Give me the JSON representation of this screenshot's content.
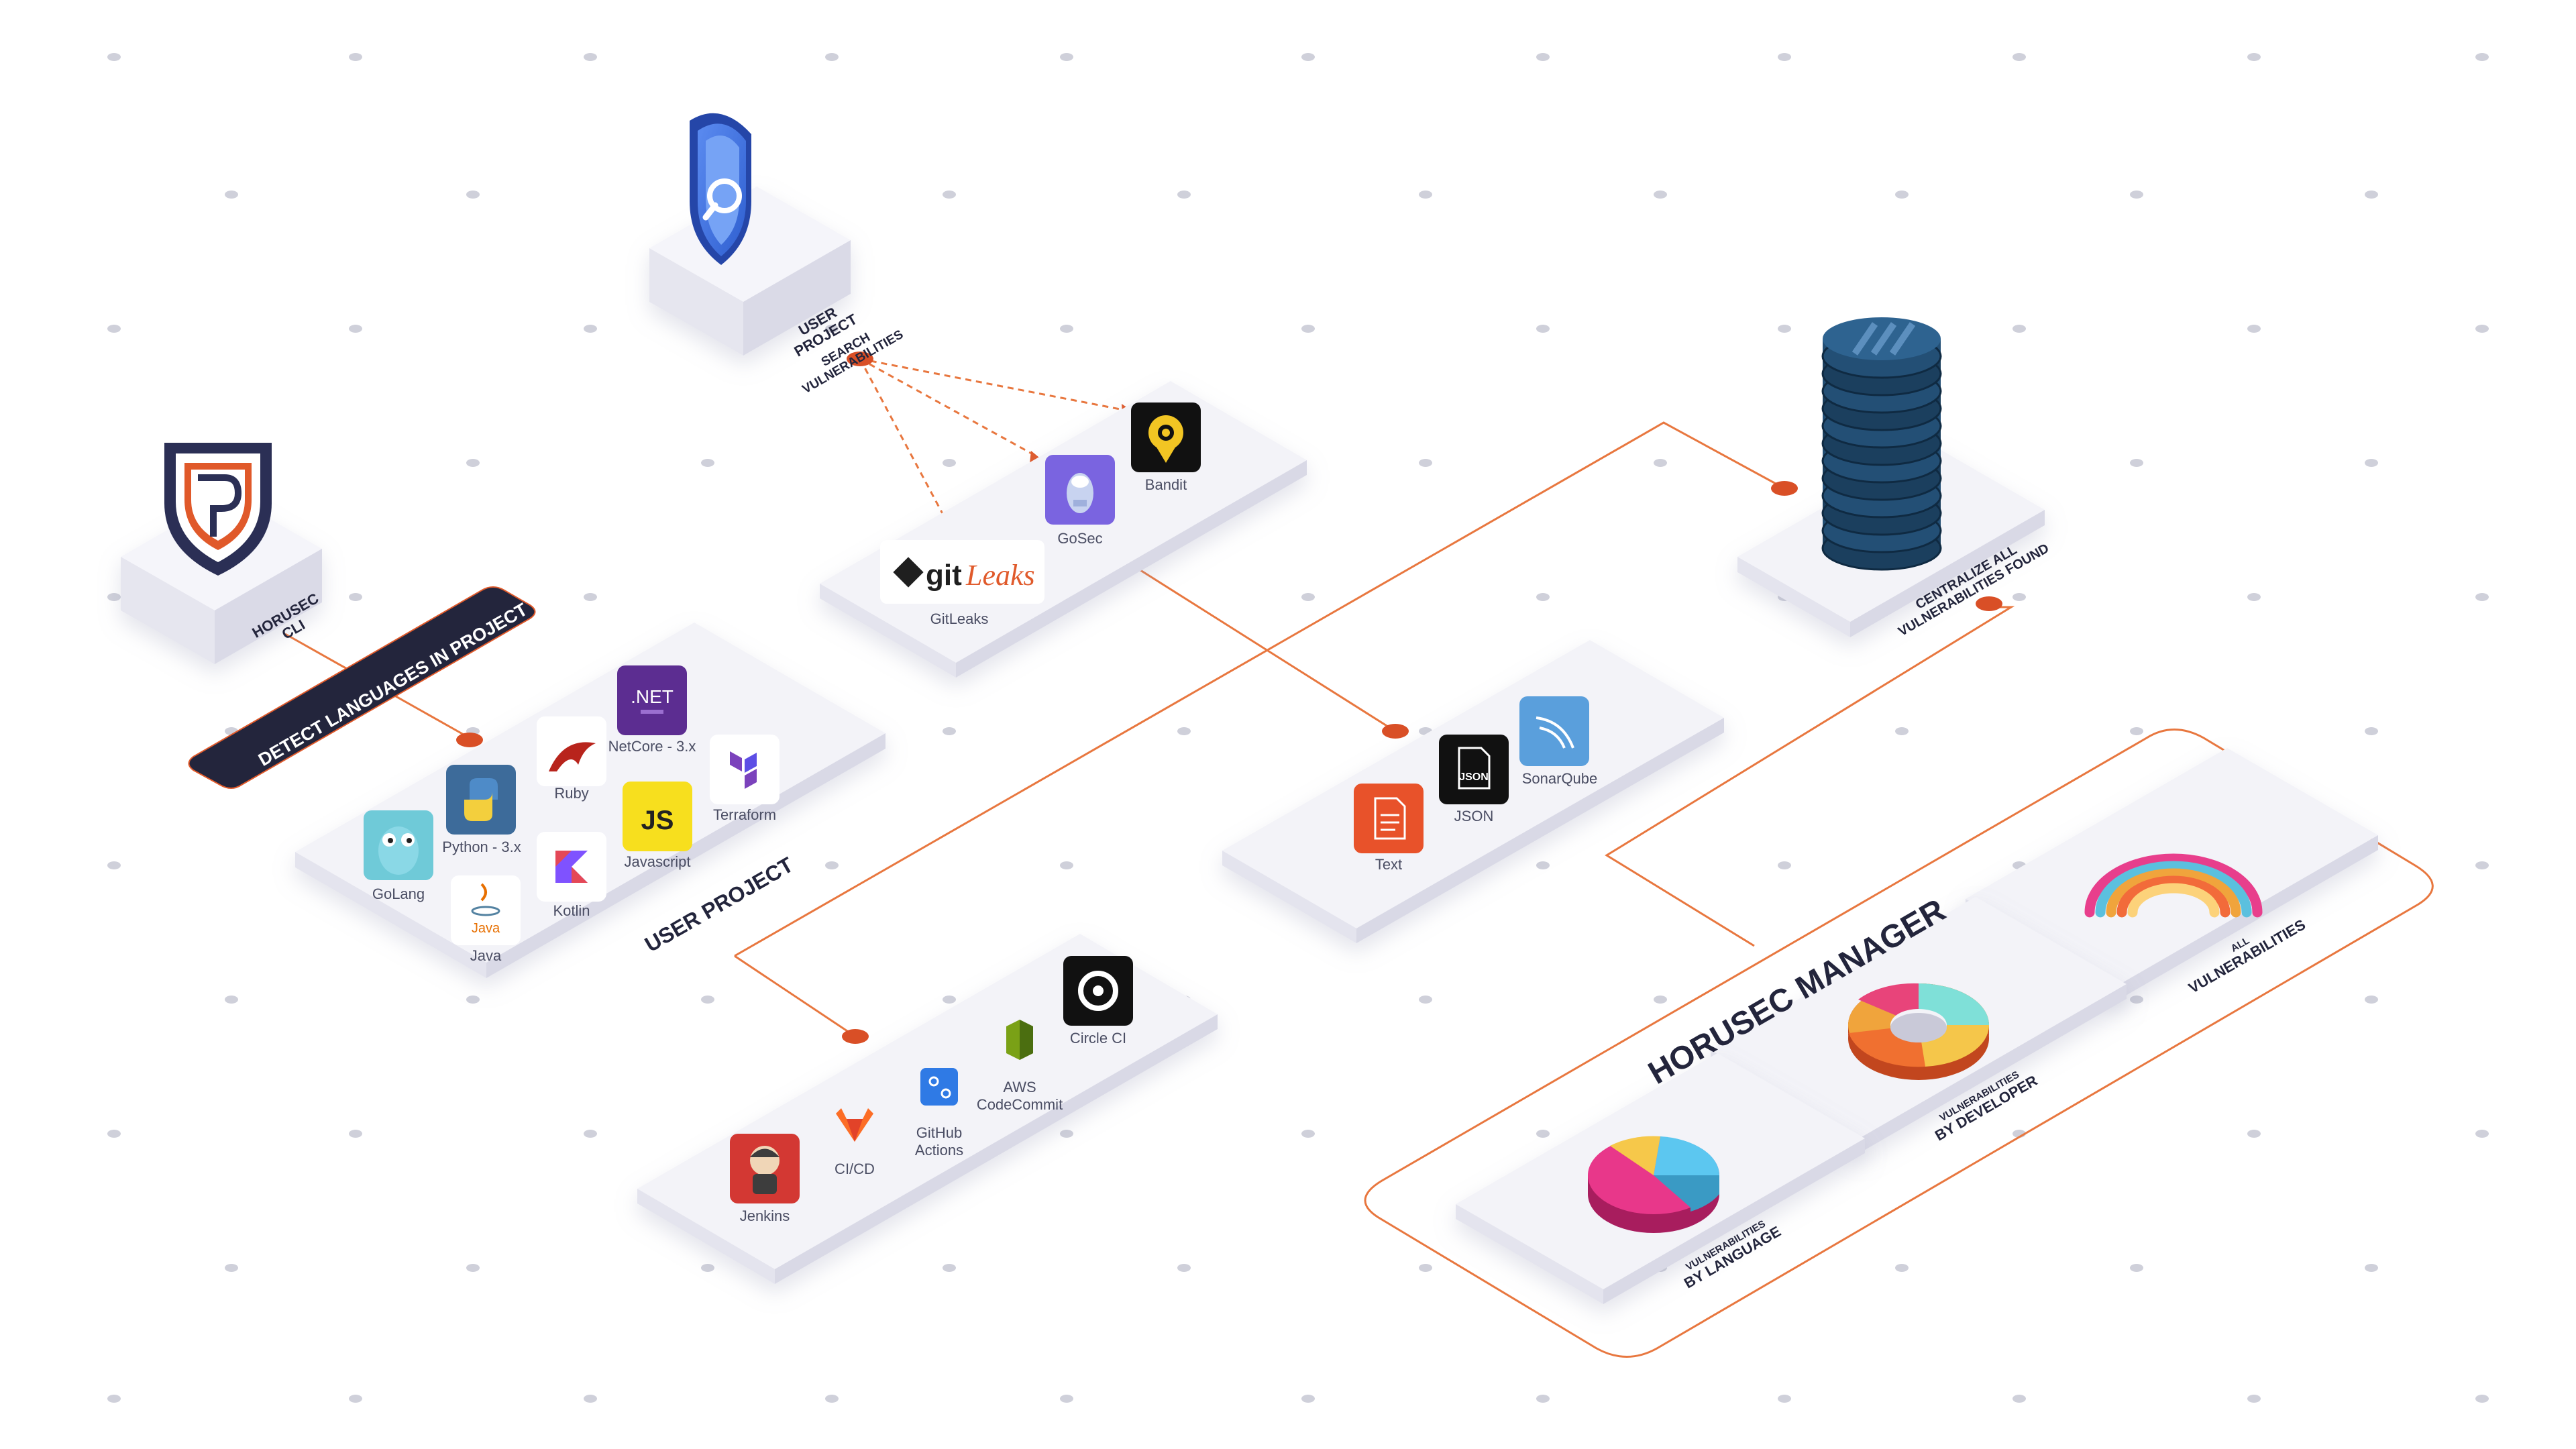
{
  "colors": {
    "accent": "#e05a2b",
    "line": "#e8773f",
    "dot": "#d94f26",
    "navy": "#23253c",
    "panel": "#f3f3f8",
    "dotgrid": "#cfd0da"
  },
  "horusec_cli": {
    "label_line1": "HORUSEC",
    "label_line2": "CLI"
  },
  "detect_languages": {
    "label": "DETECT LANGUAGES IN PROJECT"
  },
  "user_project_top": {
    "label_line1": "USER",
    "label_line2": "PROJECT"
  },
  "search_vulnerabilities": {
    "label_line1": "SEARCH",
    "label_line2": "VULNERABILITIES"
  },
  "user_project_panel": {
    "label": "USER PROJECT",
    "languages": [
      {
        "name": "GoLang",
        "icon": "gopher-icon"
      },
      {
        "name": "Python - 3.x",
        "icon": "python-icon"
      },
      {
        "name": "Ruby",
        "icon": "ruby-icon"
      },
      {
        "name": "NetCore - 3.x",
        "icon": "dotnet-icon",
        "badge": ".NET"
      },
      {
        "name": "Java",
        "icon": "java-icon",
        "badge": "Java"
      },
      {
        "name": "Kotlin",
        "icon": "kotlin-icon"
      },
      {
        "name": "Javascript",
        "icon": "javascript-icon",
        "badge": "JS"
      },
      {
        "name": "Terraform",
        "icon": "terraform-icon"
      }
    ]
  },
  "tools_panel": {
    "tools": [
      {
        "name": "Bandit",
        "icon": "bandit-icon"
      },
      {
        "name": "GoSec",
        "icon": "gosec-icon"
      },
      {
        "name": "GitLeaks",
        "icon": "gitleaks-logo",
        "logo_git": "git",
        "logo_leaks": "Leaks"
      }
    ]
  },
  "output_panel": {
    "formats": [
      {
        "name": "Text",
        "icon": "text-file-icon"
      },
      {
        "name": "JSON",
        "icon": "json-file-icon",
        "badge": "JSON"
      },
      {
        "name": "SonarQube",
        "icon": "sonarqube-icon"
      }
    ]
  },
  "cicd_panel": {
    "tools": [
      {
        "name": "Jenkins",
        "icon": "jenkins-icon"
      },
      {
        "name": "CI/CD",
        "icon": "gitlab-icon"
      },
      {
        "name_line1": "GitHub",
        "name_line2": "Actions",
        "icon": "github-actions-icon"
      },
      {
        "name_line1": "AWS",
        "name_line2": "CodeCommit",
        "icon": "aws-codecommit-icon"
      },
      {
        "name": "Circle CI",
        "icon": "circleci-icon"
      }
    ]
  },
  "database": {
    "label_line1": "CENTRALIZE ALL",
    "label_line2": "VULNERABILITIES FOUND"
  },
  "horusec_manager": {
    "title": "HORUSEC MANAGER",
    "charts": [
      {
        "label_line1": "VULNERABILITIES",
        "label_line2": "BY LANGUAGE",
        "icon": "pie-chart-icon"
      },
      {
        "label_line1": "VULNERABILITIES",
        "label_line2": "BY DEVELOPER",
        "icon": "donut-chart-icon"
      },
      {
        "label_line1": "ALL",
        "label_line2": "VULNERABILITIES",
        "icon": "rainbow-chart-icon"
      }
    ]
  }
}
